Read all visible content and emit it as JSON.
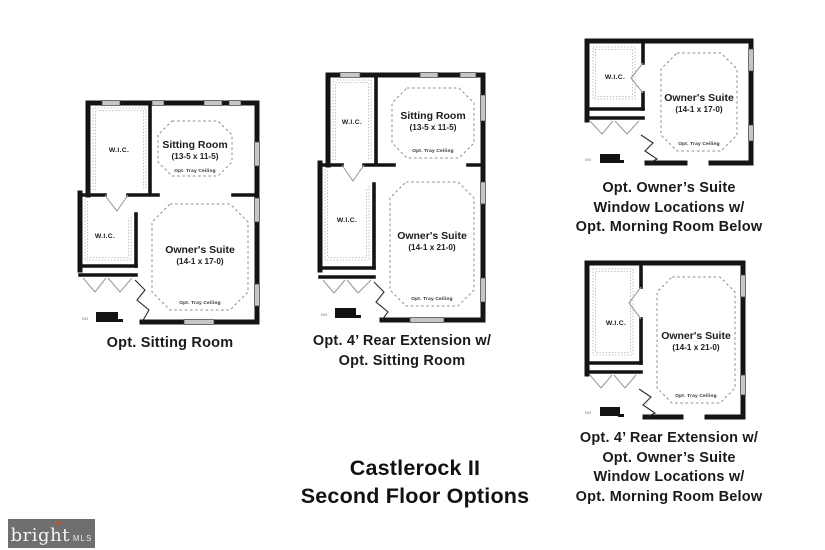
{
  "title": {
    "line1": "Castlerock II",
    "line2": "Second Floor Options"
  },
  "logo": {
    "brand": "bright",
    "suffix": "MLS",
    "bg_color": "#6f6f6f",
    "accent_color": "#bf4b32"
  },
  "colors": {
    "wall": "#141414",
    "window_gray": "#c6c6c6",
    "dashed_gray": "#8d8d8d",
    "text": "#1b1b1b",
    "background": "#ffffff"
  },
  "plans": [
    {
      "caption": [
        "Opt. Sitting Room"
      ],
      "wic_upper": "W.I.C.",
      "wic_lower": "W.I.C.",
      "sitting_name": "Sitting Room",
      "sitting_dims": "(13-5 x 11-5)",
      "sitting_note": "Opt. Tray Ceiling",
      "owners_name": "Owner's Suite",
      "owners_dims": "(14-1 x 17-0)",
      "owners_note": "Opt. Tray Ceiling",
      "stairs": "DN"
    },
    {
      "caption": [
        "Opt. 4’ Rear Extension w/",
        "Opt. Sitting Room"
      ],
      "wic_upper": "W.I.C.",
      "wic_lower": "W.I.C.",
      "sitting_name": "Sitting Room",
      "sitting_dims": "(13-5 x 11-5)",
      "sitting_note": "Opt. Tray Ceiling",
      "owners_name": "Owner's Suite",
      "owners_dims": "(14-1 x 21-0)",
      "owners_note": "Opt. Tray Ceiling",
      "stairs": "DN"
    },
    {
      "caption": [
        "Opt. Owner’s Suite",
        "Window Locations w/",
        "Opt. Morning Room Below"
      ],
      "wic": "W.I.C.",
      "owners_name": "Owner's Suite",
      "owners_dims": "(14-1 x 17-0)",
      "owners_note": "Opt. Tray Ceiling",
      "stairs": "DN"
    },
    {
      "caption": [
        "Opt. 4’ Rear Extension w/",
        "Opt. Owner’s Suite",
        "Window Locations w/",
        "Opt. Morning Room Below"
      ],
      "wic": "W.I.C.",
      "owners_name": "Owner's Suite",
      "owners_dims": "(14-1 x 21-0)",
      "owners_note": "Opt. Tray Ceiling",
      "stairs": "DN"
    }
  ]
}
